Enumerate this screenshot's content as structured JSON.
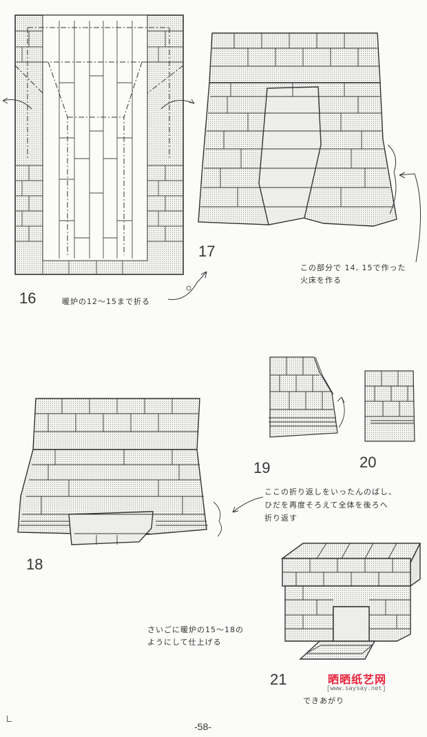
{
  "steps": {
    "s16": {
      "number": "16",
      "caption": "暖炉の12～15まで折る"
    },
    "s17": {
      "number": "17",
      "note_line1": "この部分で 14, 15で作った",
      "note_line2": "火床を作る"
    },
    "s18": {
      "number": "18"
    },
    "s19": {
      "number": "19",
      "note_line1": "ここの折り返しをいったんのばし、",
      "note_line2": "ひだを再度そろえて全体を後ろへ",
      "note_line3": "折り返す"
    },
    "s20": {
      "number": "20"
    },
    "s21": {
      "number": "21",
      "note_line1": "さいごに暖炉の15～18の",
      "note_line2": "ようにして仕上げる",
      "caption": "できあがり"
    }
  },
  "watermark": {
    "title": "晒晒纸艺网",
    "url": "[www.saysay.net]"
  },
  "page_number": "-58-",
  "colors": {
    "ink": "#333333",
    "shade": "#c8c8c8",
    "watermark_red": "#e8243c",
    "watermark_pink": "#e64a8c"
  }
}
